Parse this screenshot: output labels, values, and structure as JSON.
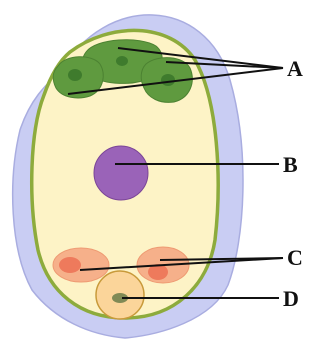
{
  "labels": {
    "a": "A",
    "b": "B",
    "c": "C",
    "d": "D"
  },
  "colors": {
    "integument": "#c9cdf3",
    "integument_edge": "#a9ade0",
    "sac_wall": "#8dab3c",
    "cytoplasm": "#fdf3c6",
    "antipodal_cell": "#5f9a3f",
    "antipodal_nucleus": "#3f7b2d",
    "central_nucleus": "#9a63b8",
    "synergid_cell": "#f6b08a",
    "synergid_nucleus": "#ee7a5c",
    "egg_cell": "#fbd59a",
    "egg_nucleus": "#808a55",
    "leader_line": "#111111"
  }
}
